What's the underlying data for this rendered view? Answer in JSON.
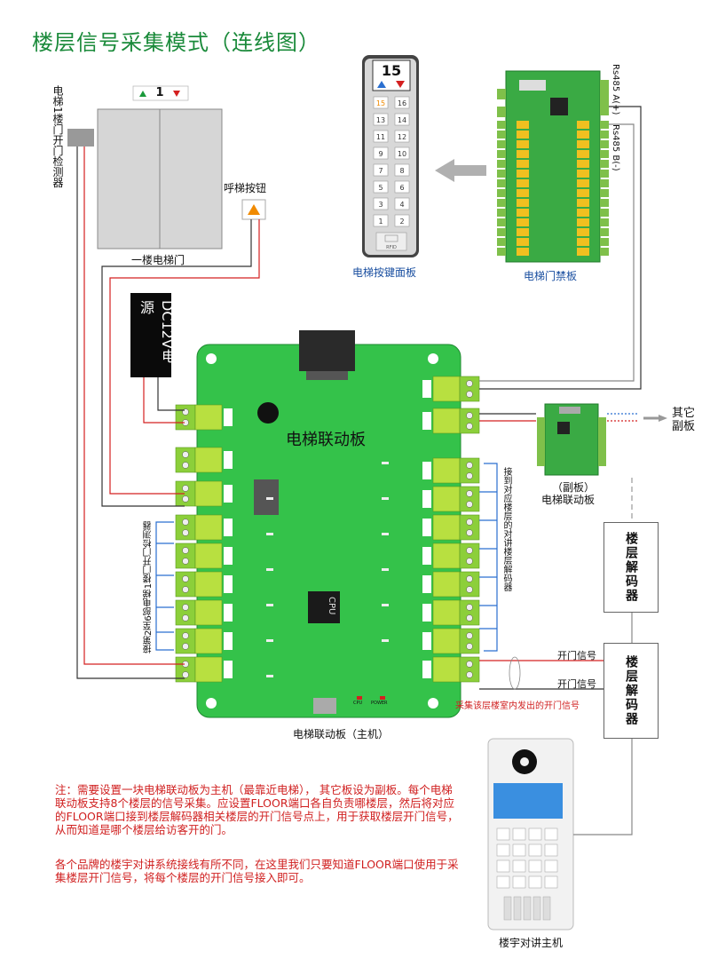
{
  "title": "楼层信号采集模式（连线图）",
  "elevator_door": {
    "floor_number": "1",
    "caption": "一楼电梯门",
    "sensor_label": "电梯1楼门开门检测器",
    "call_button_label": "呼梯按钮"
  },
  "keypad": {
    "display_floor": "15",
    "keys": [
      "15",
      "16",
      "13",
      "14",
      "11",
      "12",
      "9",
      "10",
      "7",
      "8",
      "5",
      "6",
      "3",
      "4",
      "1",
      "2"
    ],
    "rfid": "RFID",
    "caption": "电梯按键面板"
  },
  "access_board": {
    "caption": "电梯门禁板",
    "rs485_a": "Rs485 A(+)",
    "rs485_b": "Rs485 B(-)"
  },
  "power": {
    "label": "DC12V电源"
  },
  "main_board": {
    "name": "电梯联动板",
    "caption": "电梯联动板（主机）",
    "cpu": "CPU",
    "led_cpu": "CPU",
    "led_power": "POWER",
    "left_note": "接第2至6部电梯1楼门开门检测器",
    "right_note": "接到对应楼层的对讲楼层解码器"
  },
  "sub_board": {
    "caption_line1": "（副板）",
    "caption_line2": "电梯联动板",
    "other_label": "其它副板"
  },
  "decoders": [
    {
      "label": "楼层解码器"
    },
    {
      "label": "楼层解码器"
    }
  ],
  "door_signal_label_1": "开门信号",
  "door_signal_label_2": "开门信号",
  "collect_note": "采集该层楼室内发出的开门信号",
  "intercom_caption": "楼宇对讲主机",
  "notes": {
    "p1": "注：需要设置一块电梯联动板为主机（最靠近电梯）， 其它板设为副板。每个电梯联动板支持8个楼层的信号采集。应设置FLOOR端口各自负责哪楼层，然后将对应的FLOOR端口接到楼层解码器相关楼层的开门信号点上，用于获取楼层开门信号，从而知道是哪个楼层给访客开的门。",
    "p2": "各个品牌的楼宇对讲系统接线有所不同，在这里我们只要知道FLOOR端口使用于采集楼层开门信号，将每个楼层的开门信号接入即可。"
  },
  "colors": {
    "title": "#1a8a3a",
    "board": "#34c24a",
    "terminal": "#9fd23a",
    "wire_red": "#d42020",
    "wire_black": "#333333",
    "wire_blue": "#2a6fd0",
    "note_red": "#d02020"
  }
}
